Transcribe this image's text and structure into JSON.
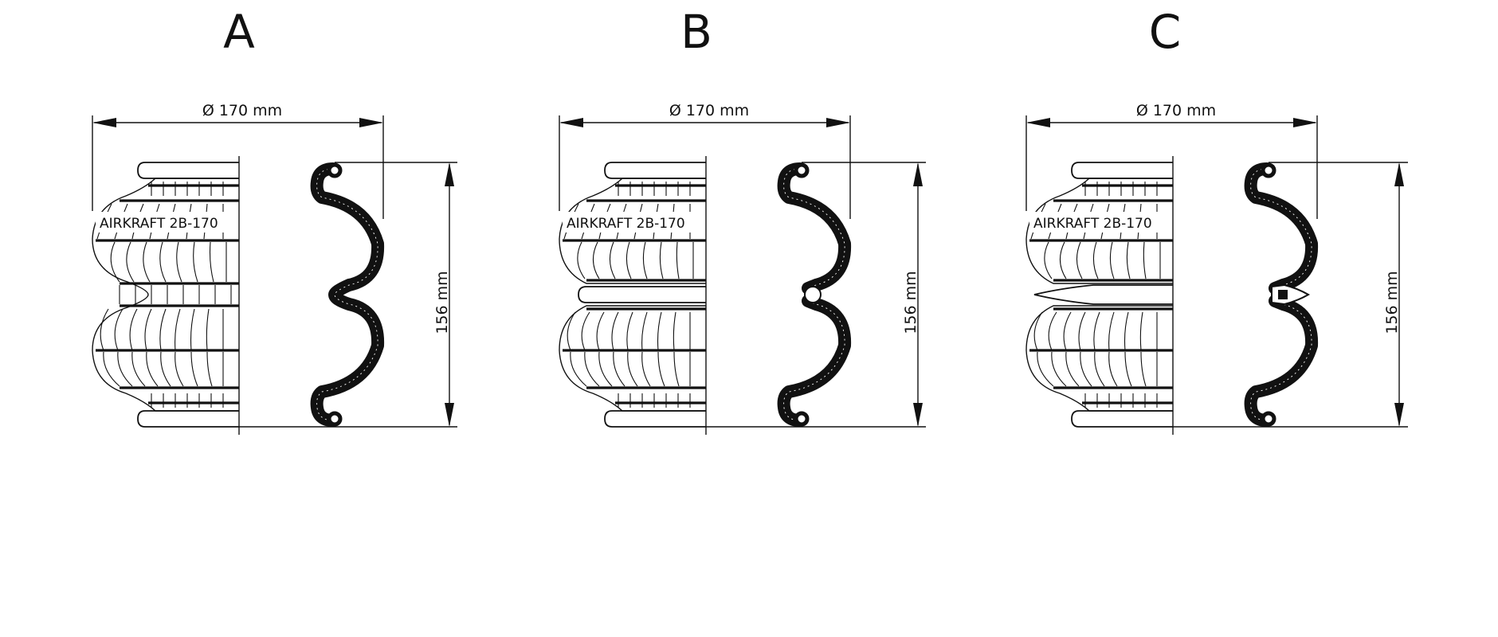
{
  "variants": [
    {
      "label": "A",
      "diameter_label": "Ø 170 mm",
      "height_label": "156 mm",
      "brand_text": "AIRKRAFT 2B-170",
      "girdle": "none"
    },
    {
      "label": "B",
      "diameter_label": "Ø 170 mm",
      "height_label": "156 mm",
      "brand_text": "AIRKRAFT 2B-170",
      "girdle": "ring"
    },
    {
      "label": "C",
      "diameter_label": "Ø 170 mm",
      "height_label": "156 mm",
      "brand_text": "AIRKRAFT 2B-170",
      "girdle": "wedge"
    }
  ],
  "colors": {
    "line": "#111111",
    "background": "#ffffff"
  }
}
